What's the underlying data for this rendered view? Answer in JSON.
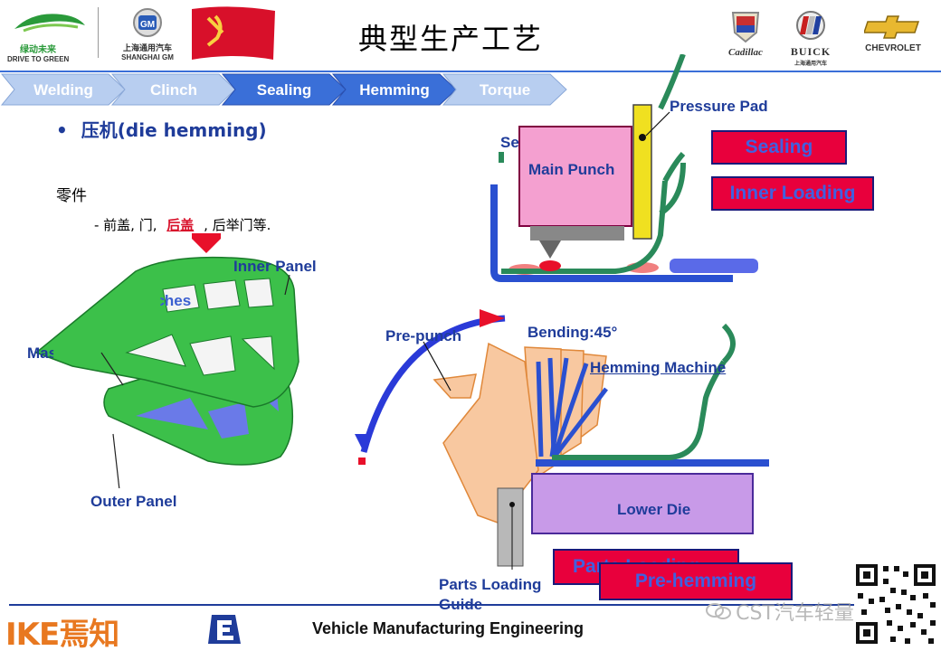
{
  "title": "典型生产工艺",
  "logos": {
    "green_name": "绿动未来",
    "green_tag": "DRIVE TO GREEN",
    "sgm_cn": "上海通用汽车",
    "sgm_en": "SHANGHAI GM",
    "brand1": "Cadillac",
    "brand2": "BUICK",
    "brand2_sub": "上海通用汽车",
    "brand3": "CHEVROLET"
  },
  "steps": [
    "Welding",
    "Clinch",
    "Sealing",
    "Hemming",
    "Torque"
  ],
  "active_steps": [
    2,
    3
  ],
  "content": {
    "bullet": "•",
    "heading": "压机(die hemming)",
    "parts_label": "零件",
    "parts_list_a": "- 前盖, 门,",
    "parts_highlight": "后盖",
    "parts_list_b": ", 后举门等."
  },
  "diagram_left": {
    "inner_panel": "Inner Panel",
    "outer_panel": "Outer Panel",
    "mastic": "Mastic",
    "patches": "Patches"
  },
  "diagram_top": {
    "pressure_pad": "Pressure Pad",
    "main_punch": "Main Punch",
    "se": "Se",
    "box1": "Sealing",
    "box2": "Inner Loading"
  },
  "diagram_bottom": {
    "pre_punch": "Pre-punch",
    "bending": "Bending:45°",
    "hemming_machine": "Hemming Machine",
    "lower_die": "Lower Die",
    "parts_loading": "Parts Loading",
    "guide": "Guide",
    "box3": "Parts Loading",
    "box4": "Pre-hemming"
  },
  "footer": {
    "brand": "IKE焉知",
    "title": "Vehicle Manufacturing Engineering",
    "watermark": "CST汽车轻量化"
  },
  "colors": {
    "red": "#e8003c",
    "blue": "#1f3c9a",
    "step_active": "#3a6fd8",
    "step_inactive": "#b8cef0",
    "green_part": "#3cc04a",
    "punch_pink": "#f4a0d0",
    "lower_die": "#c89ae8",
    "orange_sheet": "#f8c8a0"
  }
}
